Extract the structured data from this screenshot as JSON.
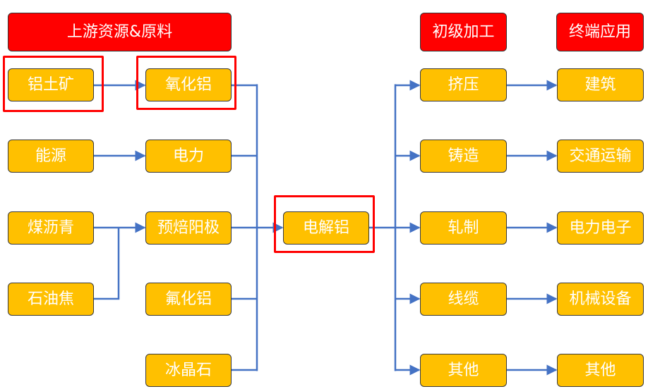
{
  "colors": {
    "node_fill": "#ffc000",
    "header_fill": "#ff0000",
    "node_text": "#ffffff",
    "connector": "#4472c4",
    "highlight": "#ff0000"
  },
  "headers": {
    "upstream": "上游资源&原料",
    "primary": "初级加工",
    "terminal": "终端应用"
  },
  "nodes": {
    "bauxite": "铝土矿",
    "alumina": "氧化铝",
    "energy": "能源",
    "power": "电力",
    "coal_pitch": "煤沥青",
    "prebaked_anode": "预焙阳极",
    "petroleum_coke": "石油焦",
    "aluminum_fluoride": "氟化铝",
    "cryolite": "冰晶石",
    "electrolytic_aluminum": "电解铝",
    "extrusion": "挤压",
    "casting": "铸造",
    "rolling": "轧制",
    "cable": "线缆",
    "other_process": "其他",
    "construction": "建筑",
    "transportation": "交通运输",
    "power_electronics": "电力电子",
    "machinery": "机械设备",
    "other_use": "其他"
  }
}
